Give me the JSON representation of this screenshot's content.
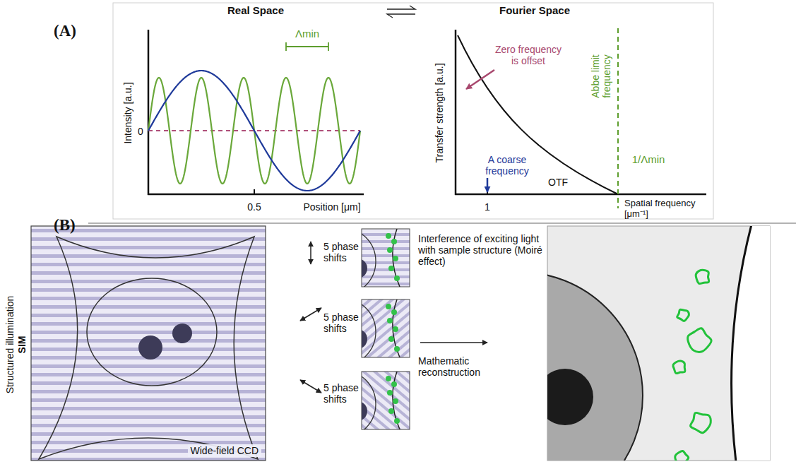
{
  "diagram": {
    "nodes": [
      {
        "text": [
          "Wide-field CCD"
        ]
      }
    ],
    "labels": [
      "(A)",
      "Real Space",
      "Fourier Space",
      "Intensity [a.u.]",
      "0",
      "Λmin",
      "0.5",
      "Position [μm]",
      "Transfer strength [a.u.]",
      "Zero frequency is offset",
      "A coarse frequency",
      "OTF",
      "Abbe limit frequency",
      "1/Λmin",
      "1",
      "Spatial frequency [μm⁻¹]",
      "(B)",
      "Structured illumination",
      "SIM",
      "5 phase shifts",
      "5 phase shifts",
      "5 phase shifts",
      "Interference of exciting light with sample structure (Moiré effect)",
      "Mathematic reconstruction"
    ]
  }
}
